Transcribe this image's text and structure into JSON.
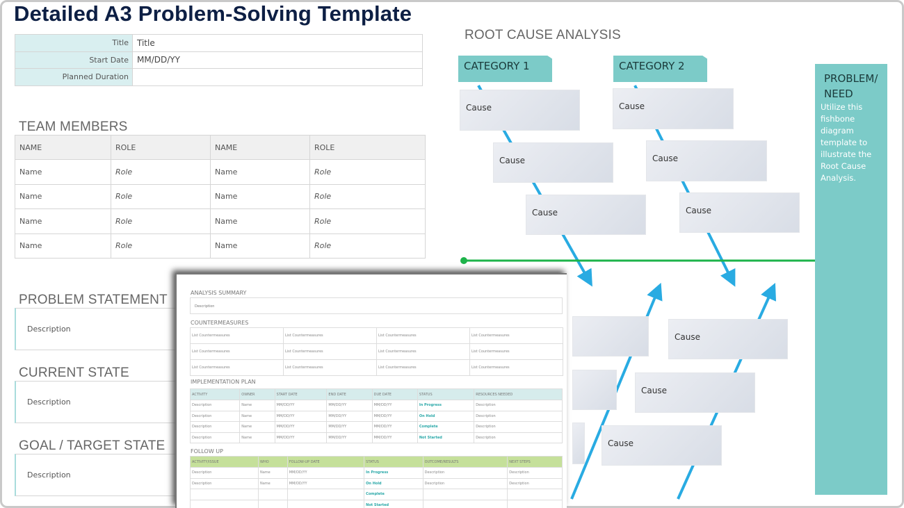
{
  "title": "Detailed A3 Problem-Solving Template",
  "info": [
    {
      "label": "Title",
      "value": "Title"
    },
    {
      "label": "Start Date",
      "value": "MM/DD/YY"
    },
    {
      "label": "Planned Duration",
      "value": ""
    }
  ],
  "team": {
    "heading": "TEAM MEMBERS",
    "headers": [
      "NAME",
      "ROLE",
      "NAME",
      "ROLE"
    ],
    "rows": [
      [
        "Name",
        "Role",
        "Name",
        "Role"
      ],
      [
        "Name",
        "Role",
        "Name",
        "Role"
      ],
      [
        "Name",
        "Role",
        "Name",
        "Role"
      ],
      [
        "Name",
        "Role",
        "Name",
        "Role"
      ]
    ]
  },
  "sections": [
    {
      "heading": "PROBLEM STATEMENT",
      "text": "Description"
    },
    {
      "heading": "CURRENT STATE",
      "text": "Description"
    },
    {
      "heading": "GOAL / TARGET STATE",
      "text": "Description"
    }
  ],
  "rca": {
    "heading": "ROOT CAUSE ANALYSIS",
    "categories": [
      "CATEGORY 1",
      "CATEGORY 2"
    ],
    "cause": "Cause",
    "problem_title": "PROBLEM/ NEED",
    "problem_text": "Utilize this fishbone diagram template to illustrate the Root Cause Analysis.",
    "colors": {
      "teal": "#7ccbc8",
      "spine": "#1db34a",
      "bone": "#29abe2"
    }
  },
  "inset": {
    "analysis": {
      "heading": "ANALYSIS SUMMARY",
      "text": "Description"
    },
    "countermeasures": {
      "heading": "COUNTERMEASURES",
      "cell": "List Countermeasures"
    },
    "implementation": {
      "heading": "IMPLEMENTATION PLAN",
      "headers": [
        "ACTIVITY",
        "OWNER",
        "START DATE",
        "END DATE",
        "DUE DATE",
        "STATUS",
        "RESOURCES NEEDED"
      ],
      "rows": [
        [
          "Description",
          "Name",
          "MM/DD/YY",
          "MM/DD/YY",
          "MM/DD/YY",
          "In Progress",
          "Description"
        ],
        [
          "Description",
          "Name",
          "MM/DD/YY",
          "MM/DD/YY",
          "MM/DD/YY",
          "On Hold",
          "Description"
        ],
        [
          "Description",
          "Name",
          "MM/DD/YY",
          "MM/DD/YY",
          "MM/DD/YY",
          "Complete",
          "Description"
        ],
        [
          "Description",
          "Name",
          "MM/DD/YY",
          "MM/DD/YY",
          "MM/DD/YY",
          "Not Started",
          "Description"
        ]
      ]
    },
    "followup": {
      "heading": "FOLLOW UP",
      "headers": [
        "ACTIVITY/ISSUE",
        "WHO",
        "FOLLOW-UP DATE",
        "STATUS",
        "OUTCOME/RESULTS",
        "NEXT STEPS"
      ],
      "rows": [
        [
          "Description",
          "Name",
          "MM/DD/YY",
          "In Progress",
          "Description",
          "Description"
        ],
        [
          "Description",
          "Name",
          "MM/DD/YY",
          "On Hold",
          "Description",
          "Description"
        ],
        [
          "",
          "",
          "",
          "Complete",
          "",
          ""
        ],
        [
          "",
          "",
          "",
          "Not Started",
          "",
          ""
        ]
      ]
    }
  }
}
